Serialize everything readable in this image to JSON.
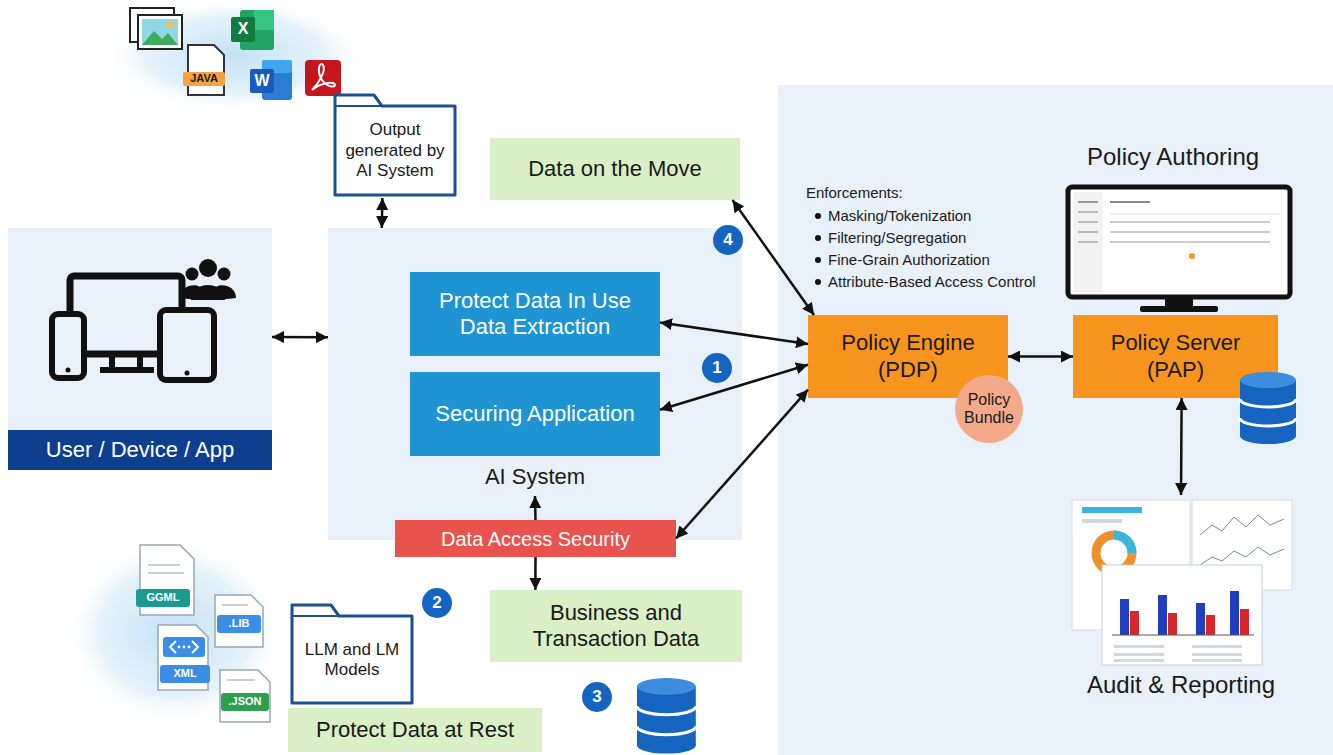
{
  "diagram": {
    "nodes": [
      {
        "text": [
          "Output generated by AI System"
        ]
      },
      {
        "text": [
          "Data on the Move"
        ]
      },
      {
        "text": [
          "User / Device / App"
        ]
      },
      {
        "text": [
          "AI System"
        ]
      },
      {
        "text": [
          "Protect Data In Use Data Extraction"
        ],
        "in": 3
      },
      {
        "text": [
          "Securing Application"
        ],
        "in": 3
      },
      {
        "text": [
          "Data Access Security"
        ],
        "in": 3
      },
      {
        "text": [
          "Policy Engine (PDP)"
        ]
      },
      {
        "text": [
          "Policy Bundle"
        ]
      },
      {
        "text": [
          "Policy Server (PAP)"
        ]
      },
      {
        "text": [
          "Audit & Reporting"
        ]
      },
      {
        "text": [
          "LLM and LM Models"
        ]
      },
      {
        "text": [
          "Business and Transaction Data"
        ]
      },
      {
        "text": [
          "Protect Data at Rest"
        ]
      }
    ],
    "edges": [
      {
        "from": 0,
        "to": 3,
        "arrow": "both"
      },
      {
        "from": 2,
        "to": 3,
        "arrow": "both"
      },
      {
        "from": 4,
        "to": 7,
        "arrow": "both"
      },
      {
        "from": 5,
        "to": 7,
        "arrow": "both"
      },
      {
        "from": 6,
        "to": 7,
        "arrow": "both"
      },
      {
        "from": 1,
        "to": 7,
        "arrow": "both"
      },
      {
        "from": 7,
        "to": 9,
        "arrow": "both"
      },
      {
        "from": 9,
        "to": 10,
        "arrow": "both"
      },
      {
        "from": 6,
        "to": 3,
        "arrow": "to"
      },
      {
        "from": 6,
        "to": 12,
        "arrow": "to"
      }
    ],
    "labels": [
      "X",
      "JAVA",
      "W",
      "Policy Authoring",
      "Enforcements:",
      "Masking/Tokenization",
      "Filtering/Segregation",
      "Fine-Grain Authorization",
      "Attribute-Based Access Control",
      "4",
      "1",
      "GGML",
      ".LIB",
      "2",
      "XML",
      ".JSON",
      "3"
    ]
  }
}
